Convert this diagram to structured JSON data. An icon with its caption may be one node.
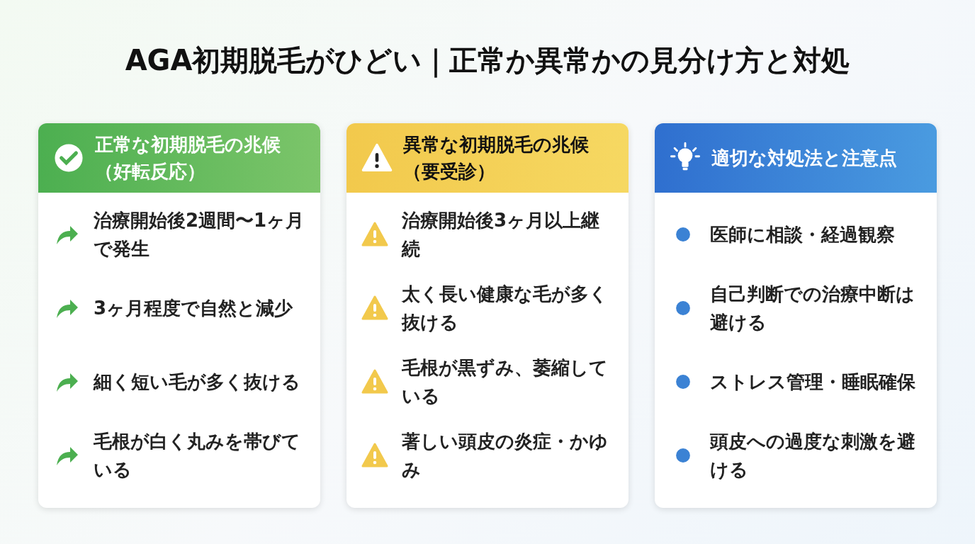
{
  "diagram": {
    "title": "AGA初期脱毛がひどい｜正常か異常かの見分け方と対処",
    "nodes": [
      {
        "text": [
          "正常な初期脱毛の兆候（好転反応）",
          "治療開始後2週間〜1ヶ月で発生",
          "3ヶ月程度で自然と減少",
          "細く短い毛が多く抜ける",
          "毛根が白く丸みを帯びている"
        ]
      },
      {
        "text": [
          "異常な初期脱毛の兆候（要受診）",
          "治療開始後3ヶ月以上継続",
          "太く長い健康な毛が多く抜ける",
          "毛根が黒ずみ、萎縮している",
          "著しい頭皮の炎症・かゆみ"
        ]
      },
      {
        "text": [
          "適切な対処法と注意点",
          "医師に相談・経過観察",
          "自己判断での治療中断は避ける",
          "ストレス管理・睡眠確保",
          "頭皮への過度な刺激を避ける"
        ]
      }
    ]
  }
}
